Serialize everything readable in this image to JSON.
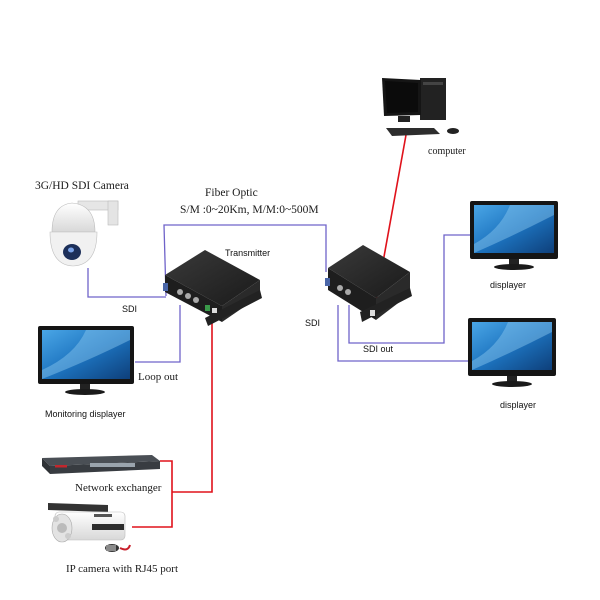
{
  "colors": {
    "sdi_line": "#6f63c9",
    "fiber_line": "#6f63c9",
    "network_line": "#e0121b",
    "device_body": "#2b2b2b",
    "screen_blue": "#1f78c4"
  },
  "labels": {
    "sdi_camera": "3G/HD SDI Camera",
    "fiber_title": "Fiber Optic",
    "fiber_spec": "S/M :0~20Km, M/M:0~500M",
    "transmitter": "Transmitter",
    "sdi_left": "SDI",
    "sdi_right": "SDI",
    "loop_out": "Loop out",
    "monitoring_displayer": "Monitoring displayer",
    "computer": "computer",
    "displayer_top": "displayer",
    "displayer_bottom": "displayer",
    "sdi_out": "SDI out",
    "network_exchanger": "Network exchanger",
    "ip_camera": "IP camera with RJ45 port"
  },
  "devices": [
    {
      "id": "sdi-camera",
      "icon": "ptz-dome-camera-icon"
    },
    {
      "id": "transmitter",
      "icon": "fiber-transmitter-icon"
    },
    {
      "id": "receiver",
      "icon": "fiber-receiver-icon"
    },
    {
      "id": "computer",
      "icon": "desktop-computer-icon"
    },
    {
      "id": "monitoring-displayer",
      "icon": "monitor-icon"
    },
    {
      "id": "displayer-top",
      "icon": "monitor-icon"
    },
    {
      "id": "displayer-bottom",
      "icon": "monitor-icon"
    },
    {
      "id": "network-exchanger",
      "icon": "network-switch-icon"
    },
    {
      "id": "ip-camera",
      "icon": "bullet-camera-icon"
    }
  ],
  "connections": [
    {
      "from": "sdi-camera",
      "to": "transmitter",
      "type": "SDI"
    },
    {
      "from": "transmitter",
      "to": "monitoring-displayer",
      "type": "Loop out"
    },
    {
      "from": "transmitter",
      "to": "receiver",
      "type": "Fiber Optic"
    },
    {
      "from": "receiver",
      "to": "displayer-top",
      "type": "SDI out"
    },
    {
      "from": "receiver",
      "to": "displayer-bottom",
      "type": "SDI"
    },
    {
      "from": "receiver",
      "to": "computer",
      "type": "Ethernet"
    },
    {
      "from": "transmitter",
      "to": "network-exchanger",
      "type": "Ethernet"
    },
    {
      "from": "network-exchanger",
      "to": "ip-camera",
      "type": "Ethernet"
    }
  ]
}
